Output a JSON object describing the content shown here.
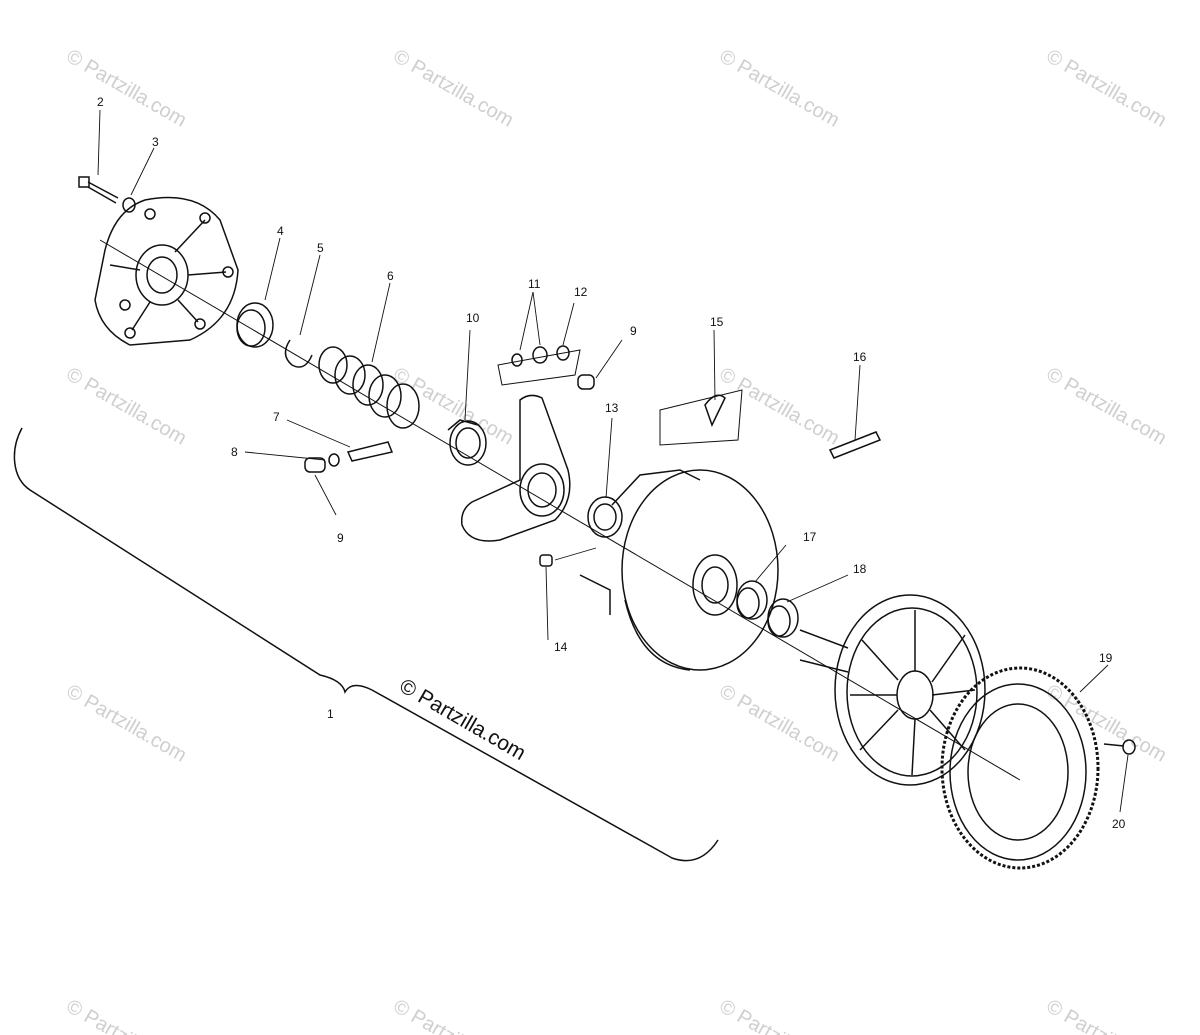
{
  "watermark": {
    "text": "© Partzilla.com",
    "color": "#cfcfcf",
    "center_text": "© Partzilla.com",
    "center_color": "#111111"
  },
  "callouts": {
    "c1": "1",
    "c2": "2",
    "c3": "3",
    "c4": "4",
    "c5": "5",
    "c6": "6",
    "c7": "7",
    "c8": "8",
    "c9a": "9",
    "c9b": "9",
    "c10": "10",
    "c11": "11",
    "c12": "12",
    "c13": "13",
    "c14": "14",
    "c15": "15",
    "c16": "16",
    "c17": "17",
    "c18": "18",
    "c19": "19",
    "c20": "20"
  }
}
